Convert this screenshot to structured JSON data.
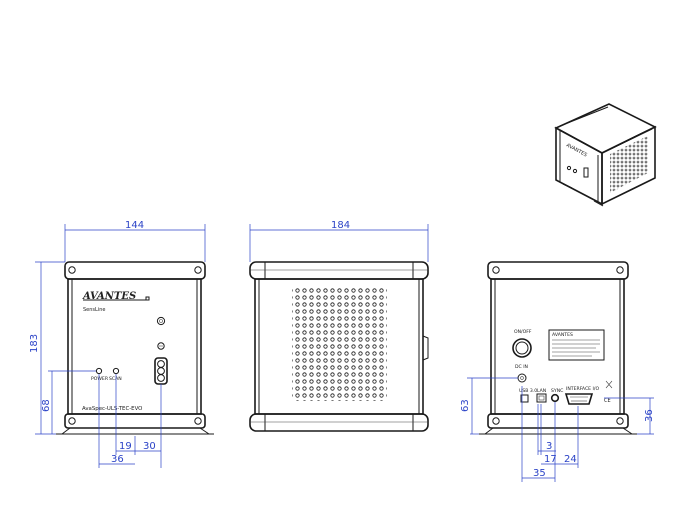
{
  "front": {
    "brand": "AVANTES",
    "subtitle": "SensLine",
    "power_label": "POWER",
    "scan_label": "SCAN",
    "model": "AvaSpec-ULS-TEC-EVO"
  },
  "back": {
    "brand": "AVANTES",
    "onoff_label": "ON/OFF",
    "dcin_label": "DC IN",
    "usb_label": "USB 3.0",
    "lan_label": "LAN",
    "sync_label": "SYNC",
    "io_label": "INTERFACE I/O"
  },
  "dimensions": {
    "front_width": "144",
    "front_height": "183",
    "front_port_height": "68",
    "front_x1": "19",
    "front_x2": "30",
    "front_x3": "36",
    "side_width": "184",
    "back_height": "63",
    "back_right": "36",
    "back_x1": "3",
    "back_x2": "17",
    "back_x3": "24",
    "back_x4": "35"
  }
}
